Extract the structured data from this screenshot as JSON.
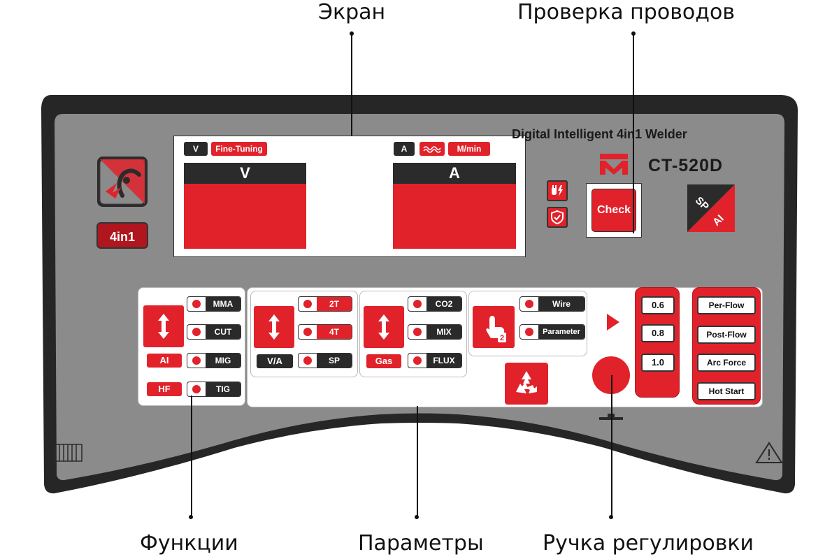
{
  "callouts": {
    "screen": "Экран",
    "check_wires": "Проверка проводов",
    "functions": "Функции",
    "parameters": "Параметры",
    "knob": "Ручка регулировки"
  },
  "brand": {
    "product_line": "Digital Intelligent 4in1 Welder",
    "model": "CT-520D",
    "badge_4in1": "4in1",
    "sp": "SP",
    "ai": "AI"
  },
  "display": {
    "left_tag": "V",
    "left_mode": "Fine-Tuning",
    "left_header": "V",
    "right_tag": "A",
    "right_mode": "M/min",
    "right_header": "A"
  },
  "check_button": "Check",
  "functions": {
    "modes": [
      "MMA",
      "CUT",
      "MIG",
      "TIG"
    ],
    "ai_label": "AI",
    "hf_label": "HF"
  },
  "parameters": {
    "trigger": [
      "2T",
      "4T",
      "SP"
    ],
    "va_label": "V/A",
    "gas": [
      "CO2",
      "MIX",
      "FLUX"
    ],
    "gas_label": "Gas",
    "wire": [
      "Wire",
      "Parameter"
    ],
    "diameters": [
      "0.6",
      "0.8",
      "1.0"
    ],
    "gas_flow": [
      "Per-Flow",
      "Post-Flow",
      "Arc Force",
      "Hot Start"
    ]
  },
  "colors": {
    "accent_red": "#e1222b",
    "panel_gray": "#8b8b8b",
    "frame_dark": "#262626"
  }
}
